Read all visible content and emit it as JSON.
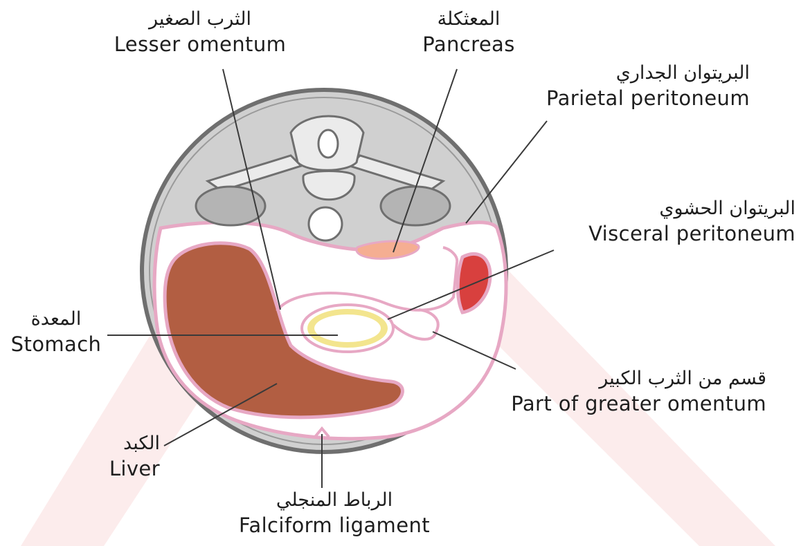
{
  "colors": {
    "watermark": "#fcecec",
    "body_wall": "#d0d0d0",
    "body_outline": "#6f6f6f",
    "peritoneum": "#e7a8c4",
    "liver": "#b25e42",
    "stomach_ring": "#f3e58e",
    "pancreas": "#f5ae92",
    "spleen": "#d8403e",
    "kidney": "#b4b4b4",
    "vertebra": "#ebebeb"
  },
  "labels": {
    "lesser_omentum": {
      "ar": "الثرب الصغير",
      "en": "Lesser omentum"
    },
    "pancreas": {
      "ar": "المعثكلة",
      "en": "Pancreas"
    },
    "parietal_peritoneum": {
      "ar": "البريتوان الجداري",
      "en": "Parietal peritoneum"
    },
    "visceral_peritoneum": {
      "ar": "البريتوان الحشوي",
      "en": "Visceral peritoneum"
    },
    "stomach": {
      "ar": "المعدة",
      "en": "Stomach"
    },
    "greater_omentum": {
      "ar": "قسم من الثرب الكبير",
      "en": "Part of greater omentum"
    },
    "liver": {
      "ar": "الكبد",
      "en": "Liver"
    },
    "falciform_ligament": {
      "ar": "الرباط المنجلي",
      "en": "Falciform ligament"
    }
  }
}
